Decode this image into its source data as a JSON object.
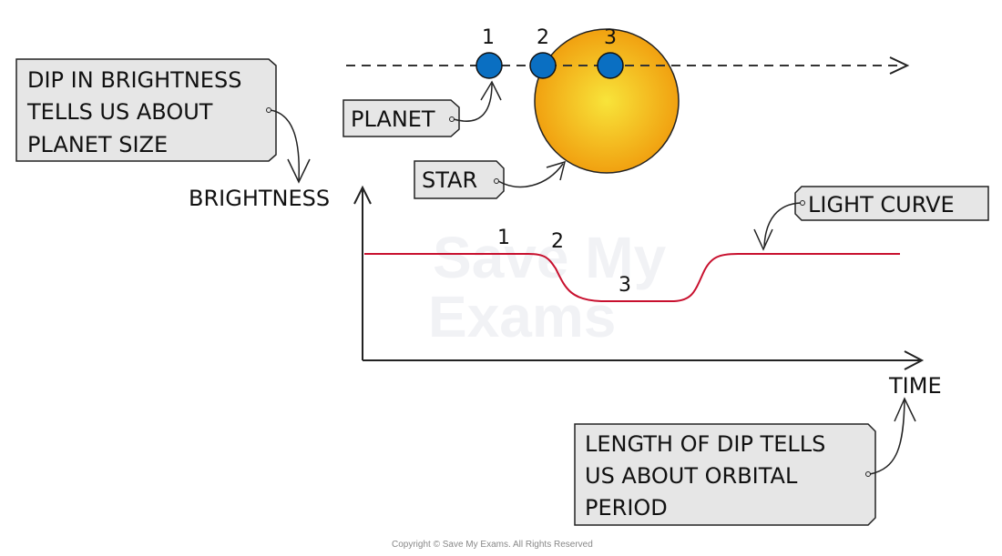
{
  "diagram": {
    "title": "Transit method: planet passing in front of a star",
    "orbit_positions": [
      "1",
      "2",
      "3"
    ],
    "labels": {
      "planet": "PLANET",
      "star": "STAR",
      "light_curve": "LIGHT CURVE",
      "y_axis": "BRIGHTNESS",
      "x_axis": "TIME"
    },
    "notes": {
      "dip_brightness": [
        "DIP IN BRIGHTNESS",
        "TELLS US ABOUT",
        "PLANET SIZE"
      ],
      "dip_length": [
        "LENGTH OF DIP TELLS",
        "US ABOUT ORBITAL",
        "PERIOD"
      ]
    },
    "curve_points": [
      "1",
      "2",
      "3"
    ],
    "colors": {
      "planet": "#0a6fc2",
      "star_center": "#f8e43a",
      "star_edge": "#f0a010",
      "curve": "#c8102e",
      "tag_fill": "#e6e6e6"
    },
    "watermark": [
      "Save My",
      "Exams"
    ],
    "copyright": "Copyright © Save My Exams. All Rights Reserved"
  }
}
